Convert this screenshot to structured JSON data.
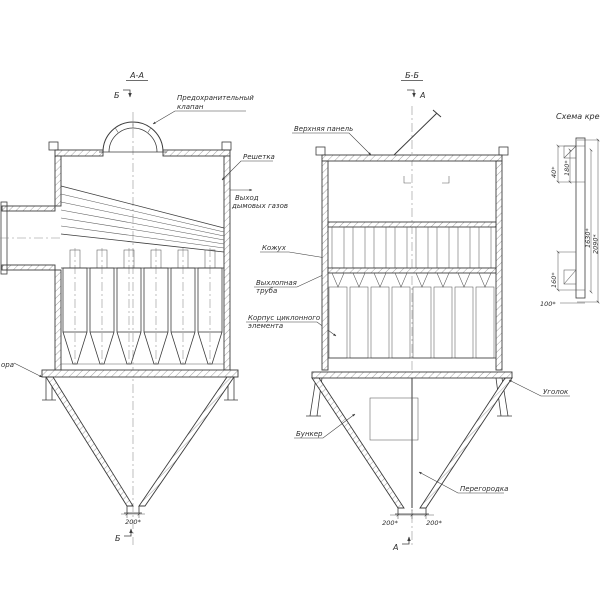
{
  "colors": {
    "ink": "#3c3c3c",
    "background": "#ffffff",
    "hatch": "#8a8a8a"
  },
  "views": {
    "section_a": {
      "title": "А-А",
      "cut_top": "Б",
      "cut_bottom": "Б",
      "labels": {
        "safety_valve_1": "Предохранительный",
        "safety_valve_2": "клапан",
        "grate": "Решетка",
        "gas_outlet_1": "Выход",
        "gas_outlet_2": "дымовых газов",
        "support_clipped": "ора"
      },
      "dims": {
        "outlet": "200*"
      }
    },
    "middle_labels": {
      "casing": "Кожух",
      "exhaust_pipe_1": "Выхлопная",
      "exhaust_pipe_2": "труба",
      "cyclone_body_1": "Корпус циклонного",
      "cyclone_body_2": "элемента"
    },
    "section_b": {
      "title": "Б-Б",
      "cut_top": "А",
      "cut_bottom": "А",
      "labels": {
        "top_panel": "Верхняя панель",
        "angle": "Уголок",
        "hopper": "Бункер",
        "partition": "Перегородка"
      },
      "dims": {
        "outlet_left": "200*",
        "outlet_right": "200*"
      }
    },
    "detail": {
      "title": "Схема кре",
      "dims": {
        "d40": "40*",
        "d180": "180*",
        "d2090": "2090*",
        "d1630": "1630*",
        "d160": "160*",
        "d100": "100*"
      }
    }
  }
}
